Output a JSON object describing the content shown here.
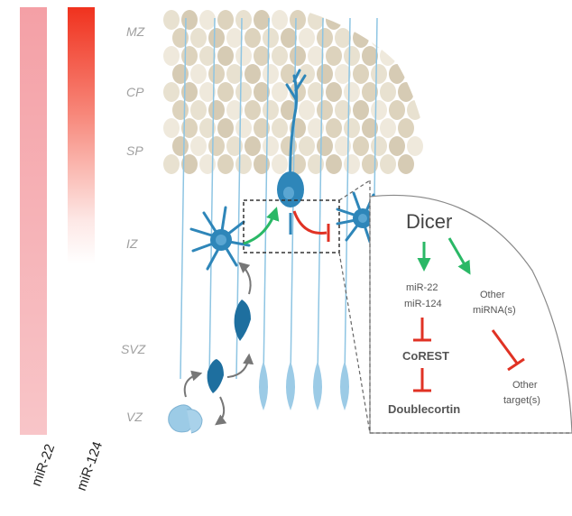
{
  "gradient_bars": [
    {
      "label": "miR-22",
      "color_top": "#f4a0a6",
      "color_bottom": "#f8c5c8",
      "style": "uniform"
    },
    {
      "label": "miR-124",
      "color_top": "#f0321e",
      "color_bottom": "#ffffff",
      "style": "fade"
    }
  ],
  "zones": [
    "MZ",
    "CP",
    "SP",
    "IZ",
    "SVZ",
    "VZ"
  ],
  "inset": {
    "dicer": "Dicer",
    "mirna_group": [
      "miR-22",
      "miR-124"
    ],
    "other_mirna": [
      "Other",
      "miRNA(s)"
    ],
    "corest": "CoREST",
    "doublecortin": "Doublecortin",
    "other_targets": [
      "Other",
      "target(s)"
    ]
  },
  "colors": {
    "neuron": "#2e86b9",
    "neuron_dark": "#1c6a9a",
    "fiber": "#8ec5e3",
    "cell": "#e8e1d0",
    "cell_dark": "#d6cbb4",
    "activation": "#2ab866",
    "inhibition": "#e03224",
    "progenitor": "#9ccbe6"
  }
}
